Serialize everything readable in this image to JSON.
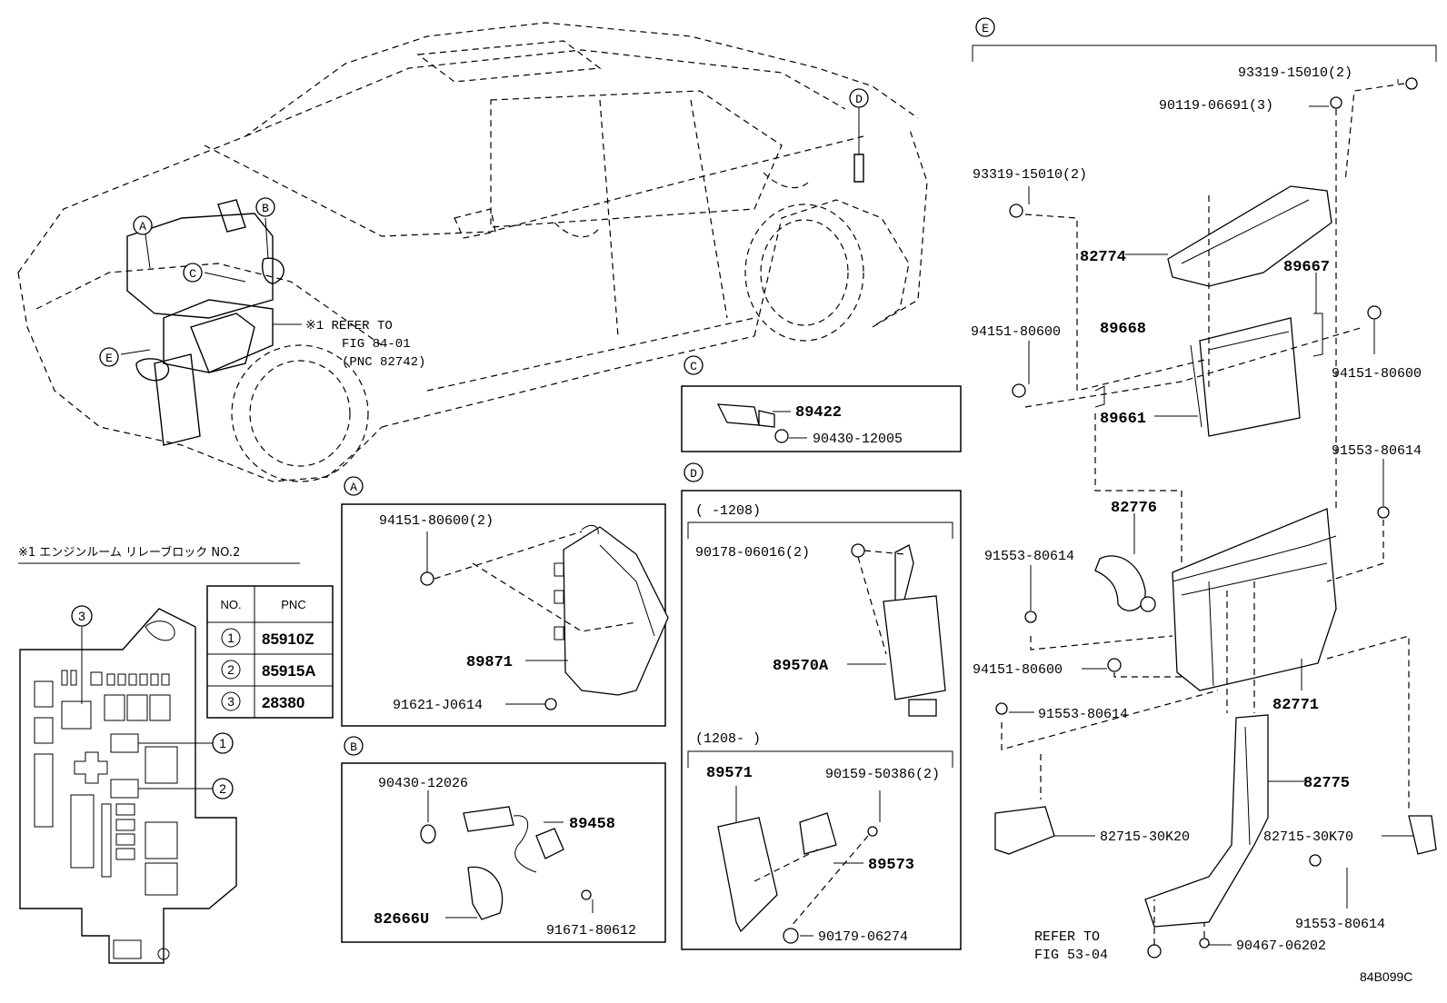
{
  "diagram_code": "84B099C",
  "overview": {
    "callouts": [
      "A",
      "B",
      "C",
      "D",
      "E"
    ],
    "refer_note": [
      "※1 REFER TO",
      "FIG 84-01",
      "(PNC 82742)"
    ]
  },
  "relay_block": {
    "title": "※1 エンジンルーム リレーブロック NO.2",
    "table_headers": [
      "NO.",
      "PNC"
    ],
    "rows": [
      {
        "no": "1",
        "pnc": "85910Z"
      },
      {
        "no": "2",
        "pnc": "85915A"
      },
      {
        "no": "3",
        "pnc": "28380"
      }
    ]
  },
  "section_a": {
    "tag": "A",
    "labels": [
      "94151-80600(2)",
      "89871",
      "91621-J0614"
    ]
  },
  "section_b": {
    "tag": "B",
    "labels": [
      "90430-12026",
      "89458",
      "82666U",
      "91671-80612"
    ]
  },
  "section_c": {
    "tag": "C",
    "labels": [
      "89422",
      "90430-12005"
    ]
  },
  "section_d": {
    "tag": "D",
    "range_top": "(     -1208)",
    "range_bottom": "(1208-     )",
    "labels": [
      "90178-06016(2)",
      "89570A",
      "89571",
      "90159-50386(2)",
      "89573",
      "90179-06274"
    ]
  },
  "section_e": {
    "tag": "E",
    "labels": [
      "93319-15010(2)",
      "90119-06691(3)",
      "93319-15010(2)",
      "82774",
      "89667",
      "94151-80600",
      "89668",
      "94151-80600",
      "89661",
      "91553-80614",
      "82776",
      "91553-80614",
      "94151-80600",
      "91553-80614",
      "82771",
      "82775",
      "82715-30K20",
      "82715-30K70",
      "91553-80614",
      "REFER TO",
      "FIG 53-04",
      "90467-06202"
    ]
  }
}
